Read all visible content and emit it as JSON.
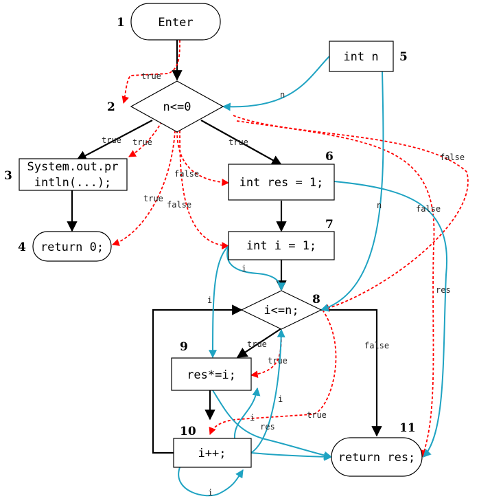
{
  "nodes": [
    {
      "id": "1",
      "number": "1",
      "label": "Enter"
    },
    {
      "id": "2",
      "number": "2",
      "label": "n<=0"
    },
    {
      "id": "3",
      "number": "3",
      "label_line1": "System.out.pr",
      "label_line2": "intln(...);"
    },
    {
      "id": "4",
      "number": "4",
      "label": "return 0;"
    },
    {
      "id": "5",
      "number": "5",
      "label": "int n"
    },
    {
      "id": "6",
      "number": "6",
      "label": "int res = 1;"
    },
    {
      "id": "7",
      "number": "7",
      "label": "int i = 1;"
    },
    {
      "id": "8",
      "number": "8",
      "label": "i<=n;"
    },
    {
      "id": "9",
      "number": "9",
      "label": "res*=i;"
    },
    {
      "id": "10",
      "number": "10",
      "label": "i++;"
    },
    {
      "id": "11",
      "number": "11",
      "label": "return res;"
    }
  ],
  "edge_labels": {
    "true": "true",
    "false": "false",
    "n": "n",
    "i": "i",
    "res": "res"
  },
  "colors": {
    "control_flow": "#000000",
    "control_dependence": "#ff0000",
    "data_dependence": "#1fa3c2"
  }
}
